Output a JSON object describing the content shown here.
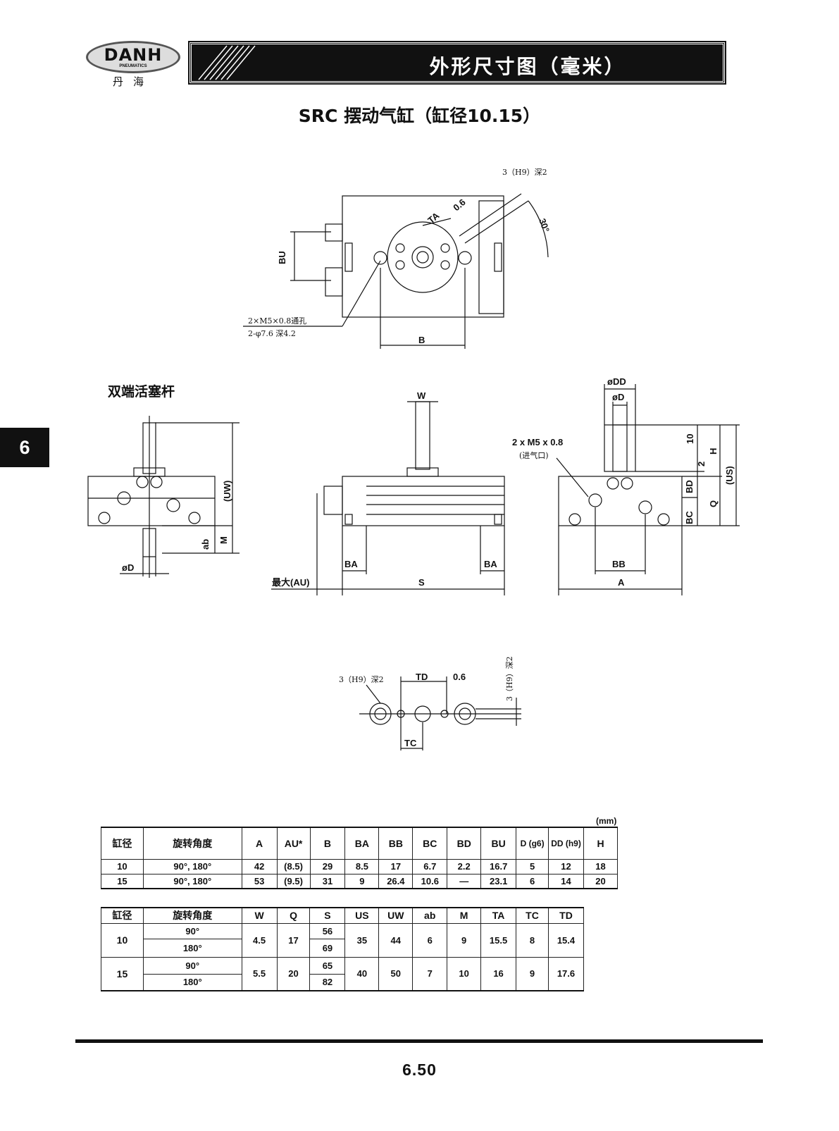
{
  "header": {
    "brand": "DANH",
    "brand_sub": "PNEUMATICS",
    "brand_cn": "丹海",
    "banner_title": "外形尺寸图（毫米）"
  },
  "subtitle": "SRC 摆动气缸（缸径10.15）",
  "side_tab": "6",
  "section_label": "双端活塞杆",
  "drawings": {
    "top": {
      "keyway": "3（H9）深2",
      "ta": "TA",
      "gap": "0.6",
      "angle": "30°",
      "bu": "BU",
      "hole1": "2×M5×0.8通孔",
      "hole2": "2-φ7.6 深4.2",
      "b": "B"
    },
    "left": {
      "uw": "(UW)",
      "ab": "ab",
      "m": "M",
      "od": "øD"
    },
    "front": {
      "w": "W",
      "ba1": "BA",
      "ba2": "BA",
      "au": "最大(AU)",
      "s": "S"
    },
    "right": {
      "odd": "øDD",
      "od": "øD",
      "port": "2 x M5 x 0.8",
      "port_cn": "(进气口)",
      "ten": "10",
      "two": "2",
      "h": "H",
      "us": "(US)",
      "bd": "BD",
      "q": "Q",
      "bc": "BC",
      "bb": "BB",
      "a": "A"
    },
    "detail": {
      "keyway1": "3（H9）深2",
      "td": "TD",
      "gap": "0.6",
      "keyway2": "3（H9）深2",
      "tc": "TC"
    }
  },
  "unit": "(mm)",
  "table1": {
    "headers": [
      "缸径",
      "旋转角度",
      "A",
      "AU*",
      "B",
      "BA",
      "BB",
      "BC",
      "BD",
      "BU",
      "D (g6)",
      "DD (h9)",
      "H"
    ],
    "rows": [
      [
        "10",
        "90°, 180°",
        "42",
        "(8.5)",
        "29",
        "8.5",
        "17",
        "6.7",
        "2.2",
        "16.7",
        "5",
        "12",
        "18"
      ],
      [
        "15",
        "90°, 180°",
        "53",
        "(9.5)",
        "31",
        "9",
        "26.4",
        "10.6",
        "—",
        "23.1",
        "6",
        "14",
        "20"
      ]
    ]
  },
  "table2": {
    "headers": [
      "缸径",
      "旋转角度",
      "W",
      "Q",
      "S",
      "US",
      "UW",
      "ab",
      "M",
      "TA",
      "TC",
      "TD"
    ],
    "rows": [
      {
        "bore": "10",
        "angles": [
          "90°",
          "180°"
        ],
        "W": "4.5",
        "Q": "17",
        "S": [
          "56",
          "69"
        ],
        "US": "35",
        "UW": "44",
        "ab": "6",
        "M": "9",
        "TA": "15.5",
        "TC": "8",
        "TD": "15.4"
      },
      {
        "bore": "15",
        "angles": [
          "90°",
          "180°"
        ],
        "W": "5.5",
        "Q": "20",
        "S": [
          "65",
          "82"
        ],
        "US": "40",
        "UW": "50",
        "ab": "7",
        "M": "10",
        "TA": "16",
        "TC": "9",
        "TD": "17.6"
      }
    ]
  },
  "page_number": "6.50"
}
